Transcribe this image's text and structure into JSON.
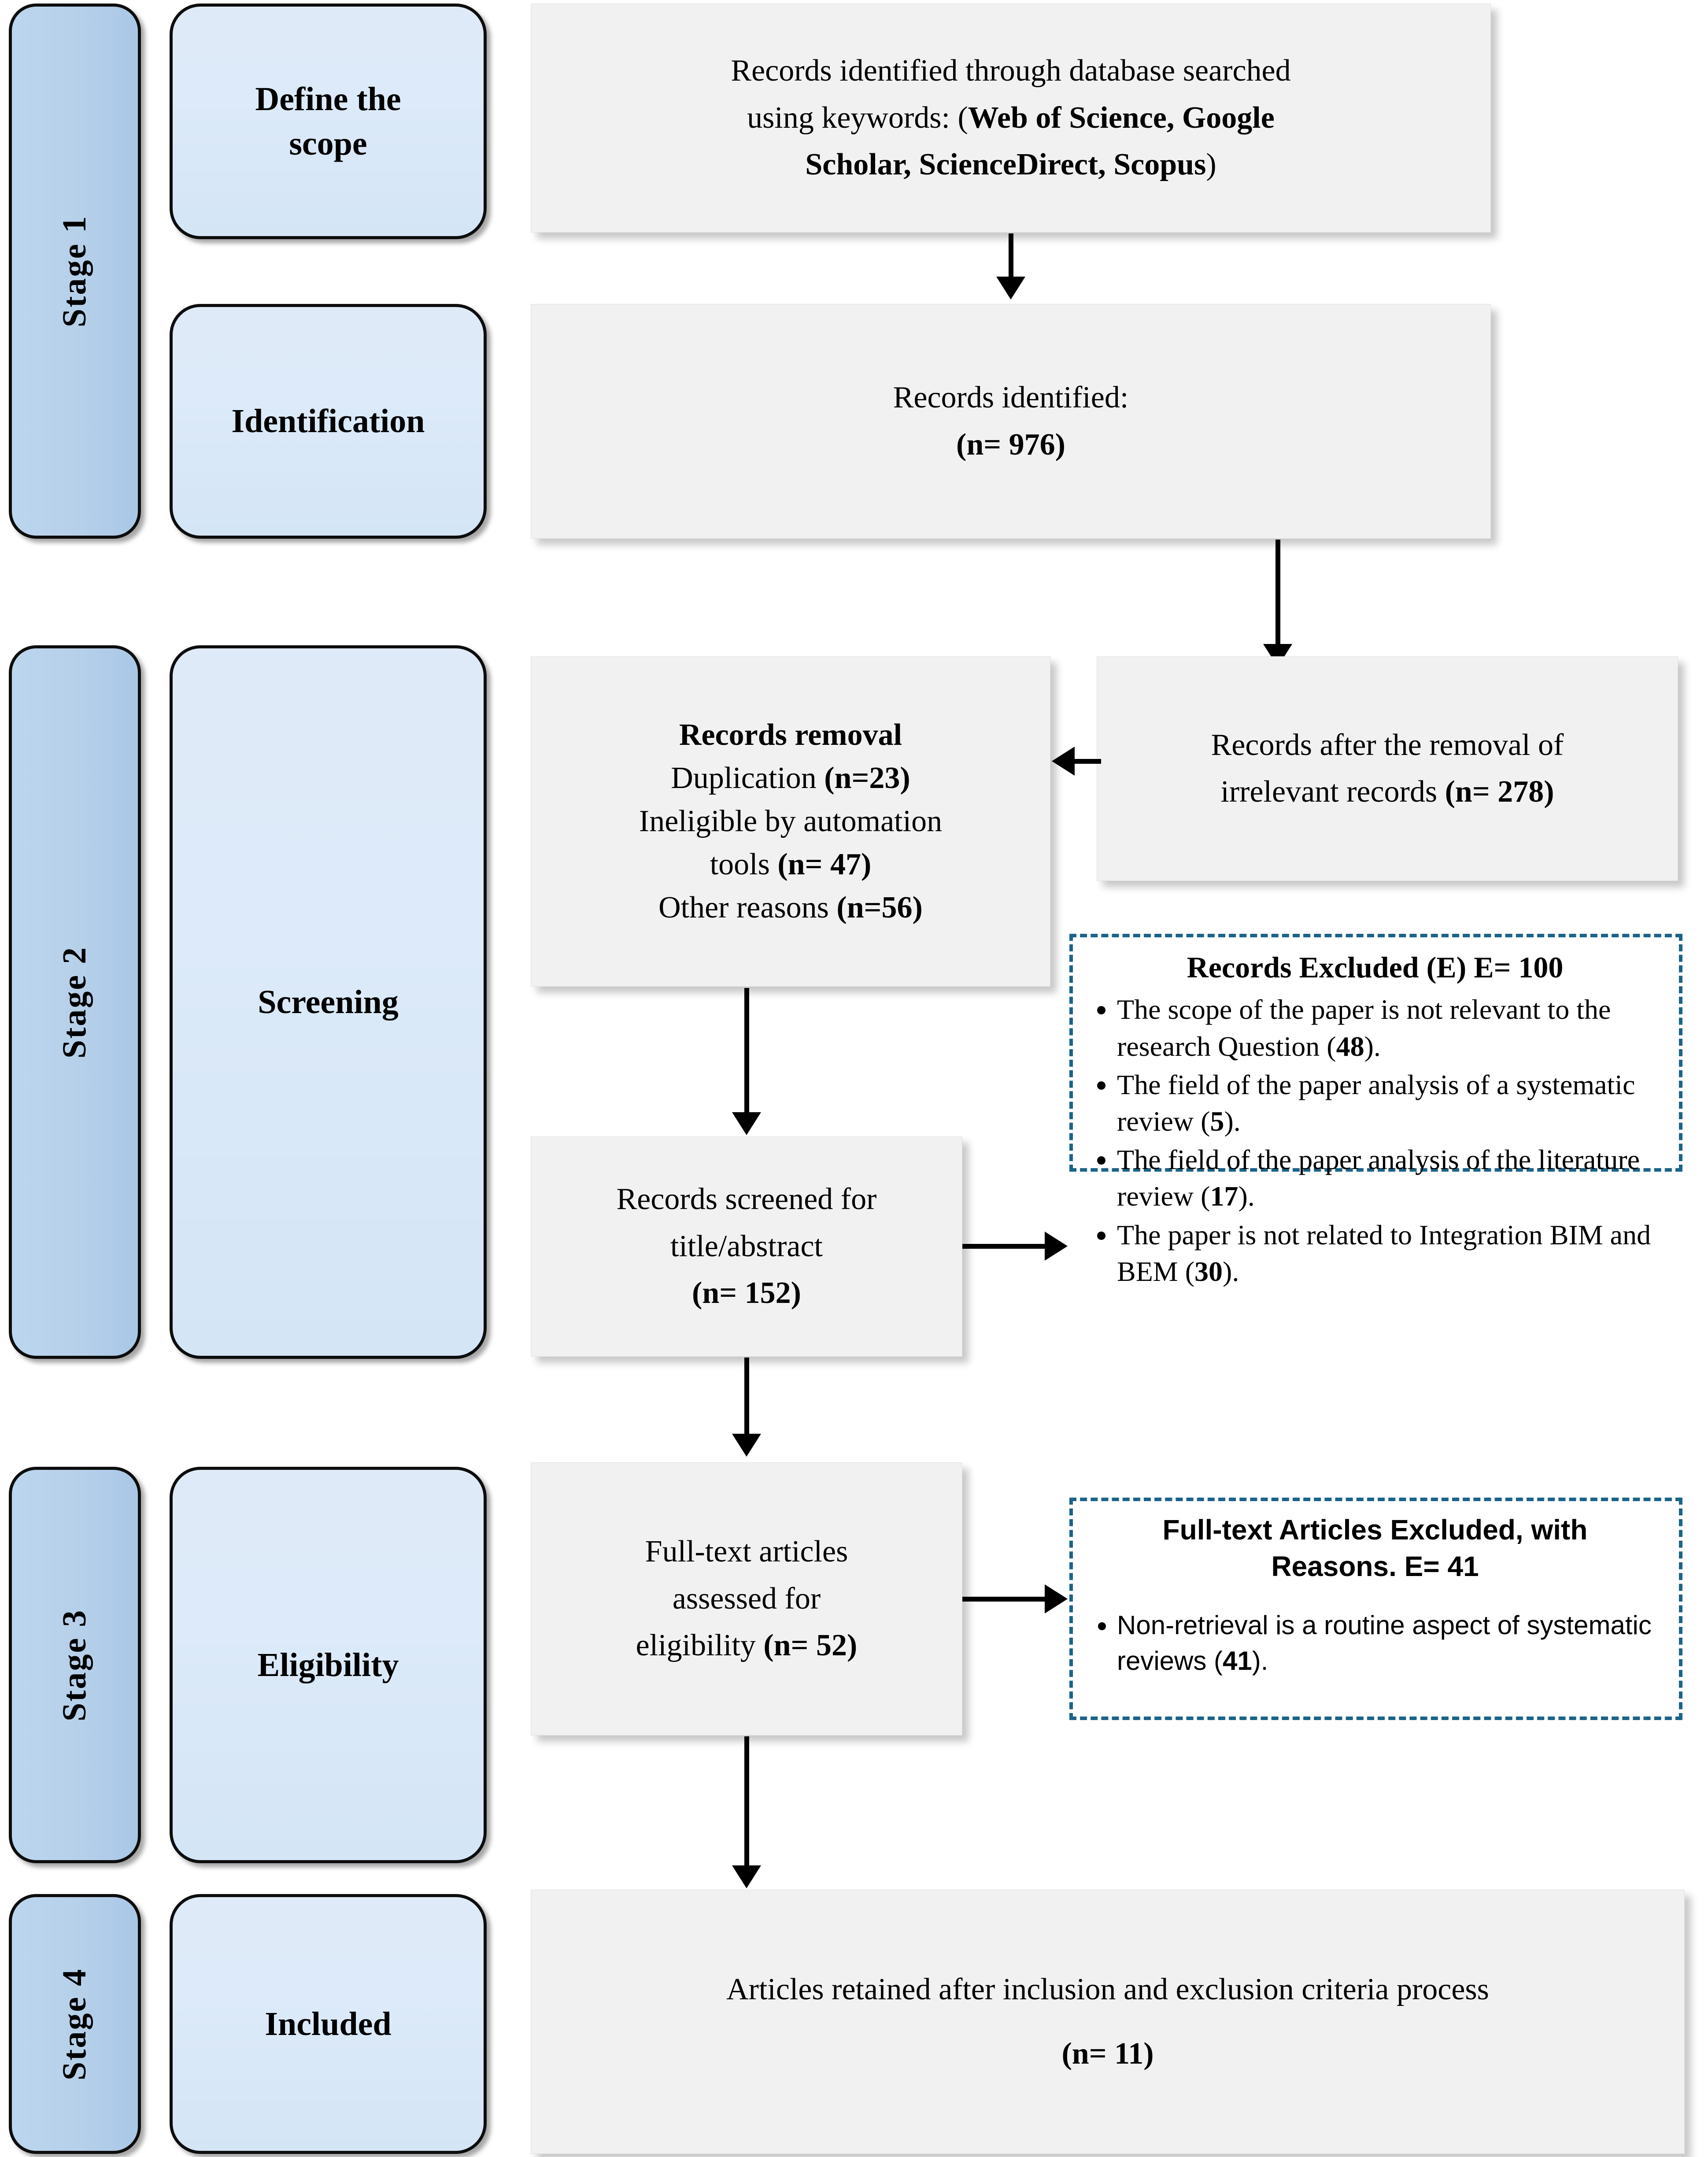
{
  "diagram": {
    "type": "prisma-flow-diagram",
    "accent_dashed_border_color": "#1b6389",
    "stage_bar_color": "#b6d0ea",
    "phase_box_color": "#dceaf9",
    "content_box_color": "#f1f1f1"
  },
  "stages": [
    {
      "id": "stage1",
      "label": "Stage 1",
      "phase": "Define the\nscope",
      "phase2": "Identification"
    },
    {
      "id": "stage2",
      "label": "Stage 2",
      "phase": "Screening"
    },
    {
      "id": "stage3",
      "label": "Stage 3",
      "phase": "Eligibility"
    },
    {
      "id": "stage4",
      "label": "Stage 4",
      "phase": "Included"
    }
  ],
  "stage_labels": {
    "stage1": "Stage 1",
    "stage2": "Stage 2",
    "stage3": "Stage 3",
    "stage4": "Stage 4"
  },
  "phase_labels": {
    "define_scope_line1": "Define the",
    "define_scope_line2": "scope",
    "identification": "Identification",
    "screening": "Screening",
    "eligibility": "Eligibility",
    "included": "Included"
  },
  "boxes": {
    "database_search": {
      "line1": "Records identified through database searched",
      "line2_plain": "using keywords: (",
      "line2_bold": "Web of Science, Google",
      "line3_bold": "Scholar, ScienceDirect, Scopus",
      "line3_plain": ")"
    },
    "records_identified": {
      "line1": "Records identified:",
      "line2_bold": "(n= 976)"
    },
    "records_after_removal": {
      "line1": "Records after the removal of",
      "line2_plain": "irrelevant records ",
      "line2_bold": "(n= 278)"
    },
    "records_removal": {
      "title": "Records removal",
      "rows": [
        {
          "text": "Duplication ",
          "count": "(n=23)"
        },
        {
          "text": "Ineligible by automation",
          "count": ""
        },
        {
          "text": "tools ",
          "count": "(n= 47)"
        },
        {
          "text": "Other reasons ",
          "count": "(n=56)"
        }
      ]
    },
    "records_screened": {
      "line1": "Records screened for",
      "line2": "title/abstract",
      "line3_bold": "(n= 152)"
    },
    "full_text_assessed": {
      "line1": "Full-text articles",
      "line2": "assessed for",
      "line3_plain": "eligibility ",
      "line3_bold": "(n= 52)"
    },
    "articles_retained": {
      "line1": "Articles retained after inclusion and exclusion criteria process",
      "line2_bold": "(n= 11)"
    }
  },
  "excluded_records": {
    "title": "Records Excluded (E) E= 100",
    "items": [
      {
        "text": "The scope of the paper is not relevant to the research Question (",
        "count": "48",
        "suffix": ")."
      },
      {
        "text": "The field of the paper analysis of a systematic review (",
        "count": "5",
        "suffix": ")."
      },
      {
        "text": "The field of the paper analysis of the literature review (",
        "count": "17",
        "suffix": ")."
      },
      {
        "text": "The paper is not related to Integration BIM and BEM (",
        "count": "30",
        "suffix": ")."
      }
    ]
  },
  "excluded_fulltext": {
    "title_line1": "Full-text Articles Excluded, with",
    "title_line2": "Reasons. E= 41",
    "items": [
      {
        "text": "Non-retrieval is a routine aspect of systematic reviews (",
        "count": "41",
        "suffix": ")."
      }
    ]
  },
  "counts": {
    "identified": 976,
    "after_removal_of_irrelevant": 278,
    "duplication_removed": 23,
    "ineligible_automation_tools": 47,
    "other_reasons_removed": 56,
    "screened_title_abstract": 152,
    "records_excluded_total": 100,
    "fulltext_assessed": 52,
    "fulltext_excluded_total": 41,
    "articles_included": 11
  }
}
